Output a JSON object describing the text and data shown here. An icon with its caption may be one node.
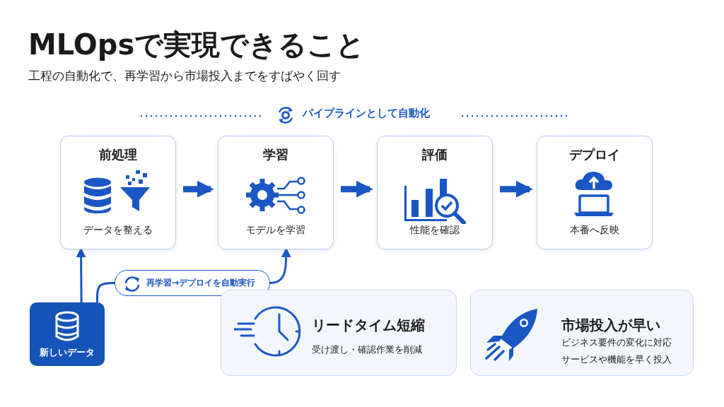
{
  "diagram": {
    "title": "MLOpsで実現できること",
    "nodes": [
      {
        "text": [
          "前処理",
          "データを整える"
        ]
      },
      {
        "text": [
          "学習",
          "モデルを学習"
        ]
      },
      {
        "text": [
          "評価",
          "性能を確認"
        ]
      },
      {
        "text": [
          "デプロイ",
          "本番へ反映"
        ]
      },
      {
        "text": [
          "新しいデータ"
        ]
      },
      {
        "text": [
          "再学習→デプロイを自動実行"
        ]
      },
      {
        "text": [
          "リードタイム短縮",
          "受け渡し・確認作業を削減"
        ]
      },
      {
        "text": [
          "市場投入が早い",
          "ビジネス要件の変化に対応",
          "サービスや機能を早く投入"
        ]
      }
    ],
    "edges": [
      {
        "from": 0,
        "to": 1,
        "arrow": "to",
        "style": "thick"
      },
      {
        "from": 1,
        "to": 2,
        "arrow": "to",
        "style": "thick"
      },
      {
        "from": 2,
        "to": 3,
        "arrow": "to",
        "style": "thick"
      },
      {
        "from": 4,
        "to": 0,
        "arrow": "to"
      },
      {
        "from": 4,
        "to": 5,
        "arrow": "none"
      },
      {
        "from": 5,
        "to": 1,
        "arrow": "to"
      }
    ],
    "labels": [
      "工程の自動化で、再学習から市場投入までをすばやく回す",
      "パイプラインとして自動化"
    ]
  }
}
